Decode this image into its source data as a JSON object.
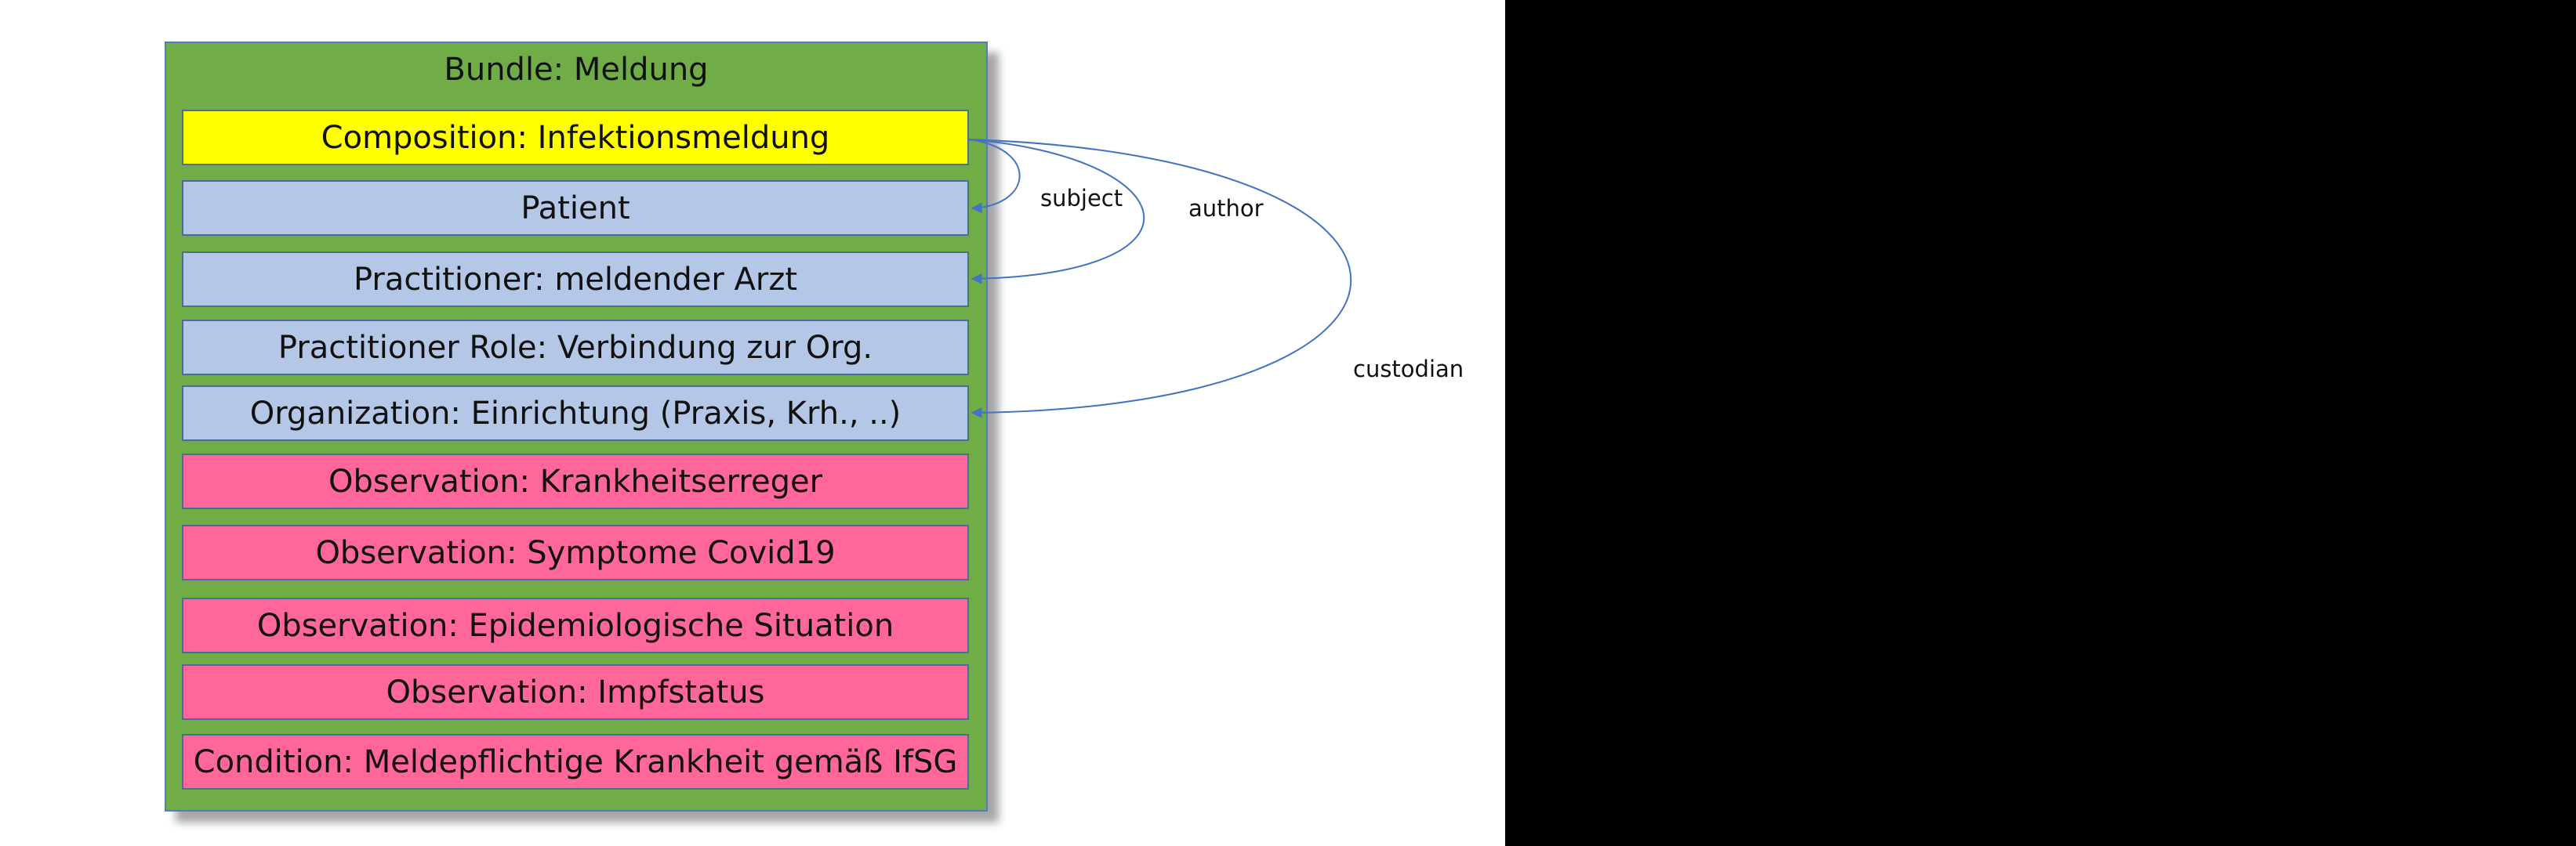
{
  "bundle": {
    "title": "Bundle: Meldung",
    "color": "#70ad47"
  },
  "items": [
    {
      "label": "Composition: Infektionsmeldung",
      "color": "#ffff00"
    },
    {
      "label": "Patient",
      "color": "#b4c7e7"
    },
    {
      "label": "Practitioner: meldender Arzt",
      "color": "#b4c7e7"
    },
    {
      "label": "Practitioner Role: Verbindung zur Org.",
      "color": "#b4c7e7"
    },
    {
      "label": "Organization: Einrichtung (Praxis, Krh., ..)",
      "color": "#b4c7e7"
    },
    {
      "label": "Observation: Krankheitserreger",
      "color": "#ff6699"
    },
    {
      "label": "Observation: Symptome Covid19",
      "color": "#ff6699"
    },
    {
      "label": "Observation: Epidemiologische Situation",
      "color": "#ff6699"
    },
    {
      "label": "Observation: Impfstatus",
      "color": "#ff6699"
    },
    {
      "label": "Condition: Meldepflichtige Krankheit gemäß IfSG",
      "color": "#ff6699"
    }
  ],
  "relations": [
    {
      "label": "subject",
      "from": "Composition: Infektionsmeldung",
      "to": "Patient"
    },
    {
      "label": "author",
      "from": "Composition: Infektionsmeldung",
      "to": "Practitioner: meldender Arzt"
    },
    {
      "label": "custodian",
      "from": "Composition: Infektionsmeldung",
      "to": "Organization: Einrichtung (Praxis, Krh., ..)"
    }
  ],
  "colors": {
    "arrow": "#4472c4",
    "background_right": "#000000"
  }
}
